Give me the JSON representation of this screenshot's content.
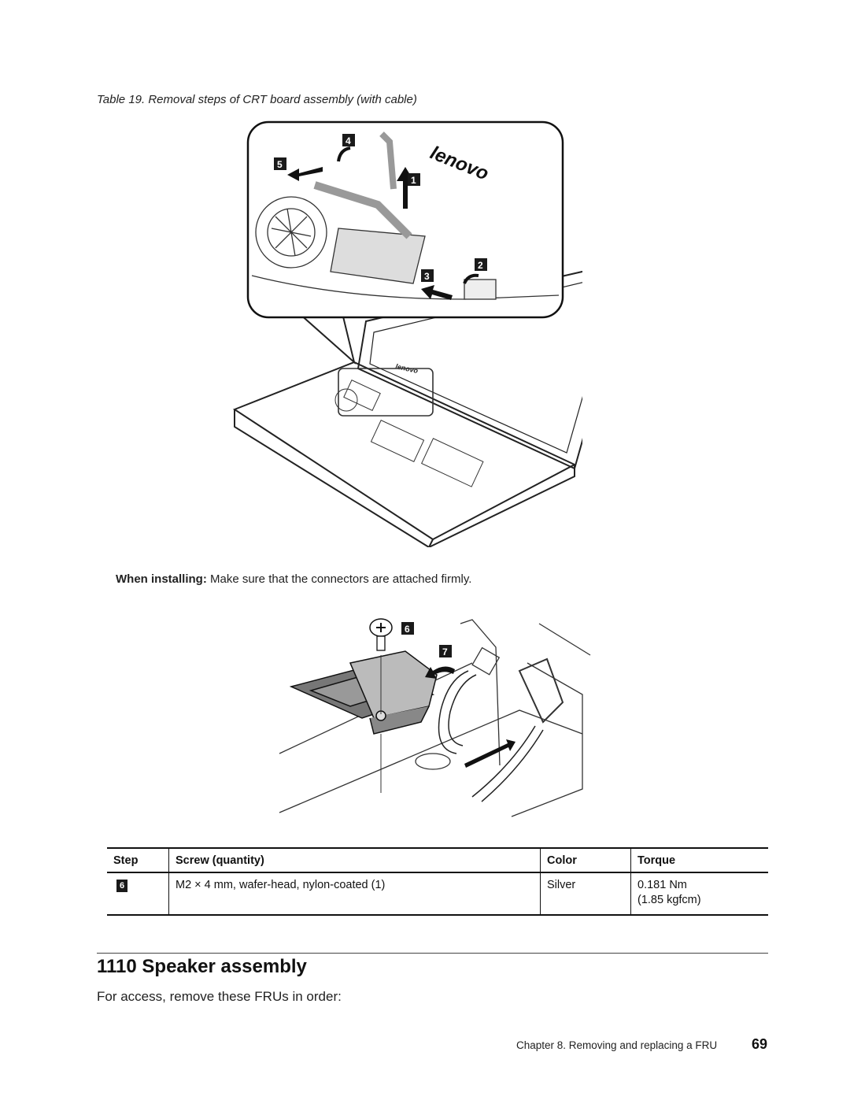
{
  "caption": "Table 19. Removal steps of CRT board assembly (with cable)",
  "figure_top": {
    "brand_logo": "lenovo",
    "step_badges": [
      "4",
      "5",
      "1",
      "2",
      "3"
    ]
  },
  "install_note": {
    "label": "When installing:",
    "text": " Make sure that the connectors are attached firmly."
  },
  "figure_bottom": {
    "step_badges": [
      "6",
      "7"
    ]
  },
  "screw_table": {
    "headers": [
      "Step",
      "Screw (quantity)",
      "Color",
      "Torque"
    ],
    "rows": [
      {
        "step": "6",
        "screw": "M2 × 4 mm, wafer-head, nylon-coated (1)",
        "color": "Silver",
        "torque_line1": "0.181 Nm",
        "torque_line2": "(1.85 kgfcm)"
      }
    ]
  },
  "section": {
    "title": "1110 Speaker assembly",
    "access_text": "For access, remove these FRUs in order:"
  },
  "footer": {
    "chapter_text": "Chapter 8.  Removing and replacing a FRU",
    "page_number": "69"
  }
}
